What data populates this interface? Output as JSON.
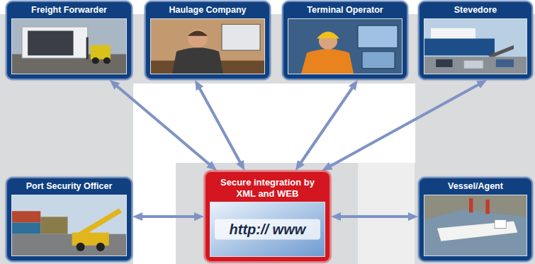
{
  "diagram": {
    "nodes": [
      {
        "text": [
          "Freight Forwarder"
        ]
      },
      {
        "text": [
          "Haulage Company"
        ]
      },
      {
        "text": [
          "Terminal Operator"
        ]
      },
      {
        "text": [
          "Stevedore"
        ]
      },
      {
        "text": [
          "Port Security Officer"
        ]
      },
      {
        "text": [
          "Secure integration by XML and WEB"
        ]
      },
      {
        "text": [
          "Vessel/Agent"
        ]
      }
    ],
    "edges": [
      {
        "from": 0,
        "to": 5,
        "arrow": "both"
      },
      {
        "from": 1,
        "to": 5,
        "arrow": "both"
      },
      {
        "from": 2,
        "to": 5,
        "arrow": "both"
      },
      {
        "from": 3,
        "to": 5,
        "arrow": "both"
      },
      {
        "from": 4,
        "to": 5,
        "arrow": "both"
      },
      {
        "from": 5,
        "to": 6,
        "arrow": "both"
      }
    ],
    "labels": [
      "http:// www"
    ]
  }
}
